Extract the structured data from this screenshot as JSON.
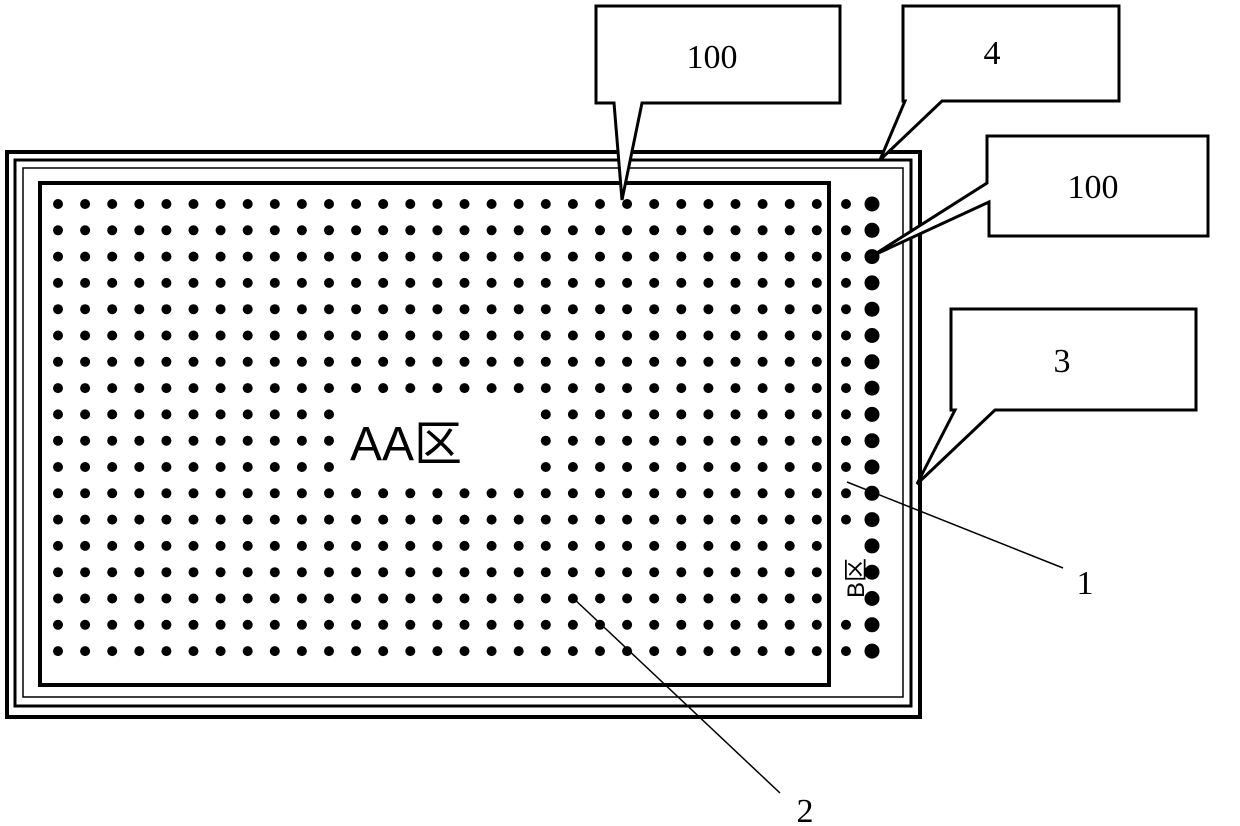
{
  "figure": {
    "callouts": {
      "label_100_top": "100",
      "label_4": "4",
      "label_100_right": "100",
      "label_3": "3"
    },
    "leaders": {
      "label_1": "1",
      "label_2": "2"
    },
    "regions": {
      "active_area": "AA区",
      "border_area": "B区"
    },
    "colors": {
      "line": "#000000",
      "background": "#ffffff"
    }
  }
}
